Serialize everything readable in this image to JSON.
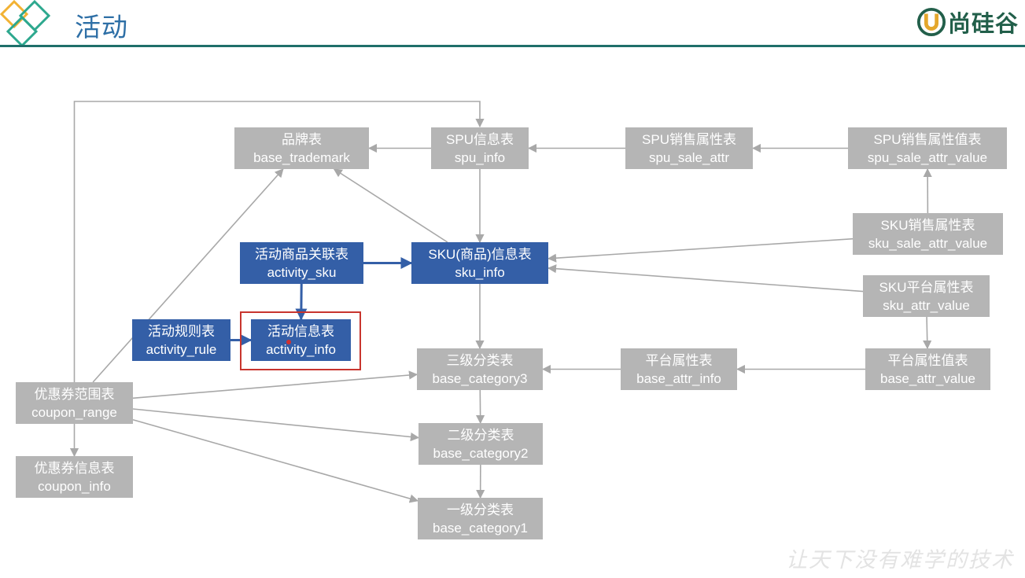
{
  "header": {
    "title": "活动",
    "brand": "尚硅谷"
  },
  "nodes": [
    {
      "id": "base_trademark",
      "cn": "品牌表",
      "en": "base_trademark",
      "style": "gray"
    },
    {
      "id": "spu_info",
      "cn": "SPU信息表",
      "en": "spu_info",
      "style": "gray"
    },
    {
      "id": "spu_sale_attr",
      "cn": "SPU销售属性表",
      "en": "spu_sale_attr",
      "style": "gray"
    },
    {
      "id": "spu_sale_attr_value",
      "cn": "SPU销售属性值表",
      "en": "spu_sale_attr_value",
      "style": "gray"
    },
    {
      "id": "activity_sku",
      "cn": "活动商品关联表",
      "en": "activity_sku",
      "style": "blue"
    },
    {
      "id": "sku_info",
      "cn": "SKU(商品)信息表",
      "en": "sku_info",
      "style": "blue"
    },
    {
      "id": "sku_sale_attr_value",
      "cn": "SKU销售属性表",
      "en": "sku_sale_attr_value",
      "style": "gray"
    },
    {
      "id": "sku_attr_value",
      "cn": "SKU平台属性表",
      "en": "sku_attr_value",
      "style": "gray"
    },
    {
      "id": "activity_rule",
      "cn": "活动规则表",
      "en": "activity_rule",
      "style": "blue"
    },
    {
      "id": "activity_info",
      "cn": "活动信息表",
      "en": "activity_info",
      "style": "blue"
    },
    {
      "id": "base_category3",
      "cn": "三级分类表",
      "en": "base_category3",
      "style": "gray"
    },
    {
      "id": "base_attr_info",
      "cn": "平台属性表",
      "en": "base_attr_info",
      "style": "gray"
    },
    {
      "id": "base_attr_value",
      "cn": "平台属性值表",
      "en": "base_attr_value",
      "style": "gray"
    },
    {
      "id": "coupon_range",
      "cn": "优惠券范围表",
      "en": "coupon_range",
      "style": "gray"
    },
    {
      "id": "base_category2",
      "cn": "二级分类表",
      "en": "base_category2",
      "style": "gray"
    },
    {
      "id": "coupon_info",
      "cn": "优惠券信息表",
      "en": "coupon_info",
      "style": "gray"
    },
    {
      "id": "base_category1",
      "cn": "一级分类表",
      "en": "base_category1",
      "style": "gray"
    }
  ],
  "edges": [
    {
      "from": "spu_info",
      "to": "base_trademark"
    },
    {
      "from": "spu_sale_attr",
      "to": "spu_info"
    },
    {
      "from": "spu_sale_attr_value",
      "to": "spu_sale_attr"
    },
    {
      "from": "sku_sale_attr_value",
      "to": "spu_sale_attr_value"
    },
    {
      "from": "spu_info",
      "to": "sku_info"
    },
    {
      "from": "sku_info",
      "to": "base_trademark"
    },
    {
      "from": "activity_sku",
      "to": "sku_info",
      "emphasis": true
    },
    {
      "from": "activity_sku",
      "to": "activity_info",
      "emphasis": true
    },
    {
      "from": "activity_rule",
      "to": "activity_info",
      "emphasis": true
    },
    {
      "from": "sku_sale_attr_value",
      "to": "sku_info"
    },
    {
      "from": "sku_attr_value",
      "to": "sku_info"
    },
    {
      "from": "sku_attr_value",
      "to": "base_attr_value"
    },
    {
      "from": "sku_info",
      "to": "base_category3"
    },
    {
      "from": "base_attr_info",
      "to": "base_category3"
    },
    {
      "from": "base_attr_value",
      "to": "base_attr_info"
    },
    {
      "from": "base_category3",
      "to": "base_category2"
    },
    {
      "from": "base_category2",
      "to": "base_category1"
    },
    {
      "from": "coupon_range",
      "to": "base_trademark"
    },
    {
      "from": "coupon_range",
      "to": "spu_info",
      "routed": true
    },
    {
      "from": "coupon_range",
      "to": "base_category3"
    },
    {
      "from": "coupon_range",
      "to": "base_category2"
    },
    {
      "from": "coupon_range",
      "to": "base_category1"
    },
    {
      "from": "coupon_range",
      "to": "coupon_info"
    }
  ],
  "highlight": "activity_info",
  "colors": {
    "gray_node": "#b5b5b5",
    "blue_node": "#345fa7",
    "edge": "#a8a8a8",
    "emphasis_edge": "#345fa7",
    "highlight_frame": "#c8352e",
    "header_rule": "#1f6f6a",
    "title": "#2e6fa6"
  },
  "slogan": "让天下没有难学的技术"
}
